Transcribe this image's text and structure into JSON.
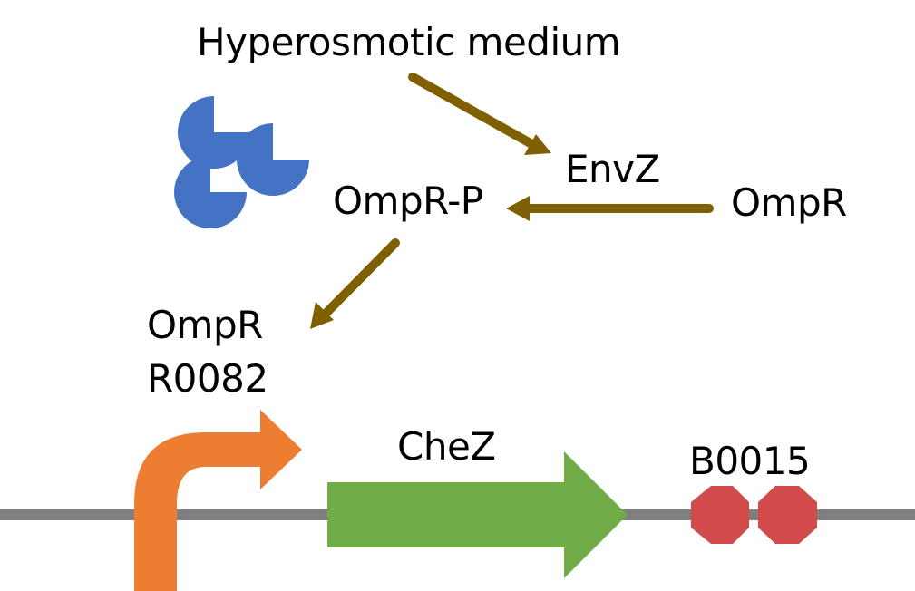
{
  "labels": {
    "medium": "Hyperosmotic medium",
    "envz": "EnvZ",
    "ompr": "OmpR",
    "ompr_p": "OmpR-P",
    "promoter_line1": "OmpR",
    "promoter_line2": "R0082",
    "coding": "CheZ",
    "terminator": "B0015"
  },
  "colors": {
    "arrow": "#7f5f00",
    "pacman": "#4472c4",
    "backbone": "#7f7f7f",
    "promoter": "#ed7d31",
    "cds": "#70ad47",
    "terminator": "#d14b4b",
    "text": "#000000"
  }
}
